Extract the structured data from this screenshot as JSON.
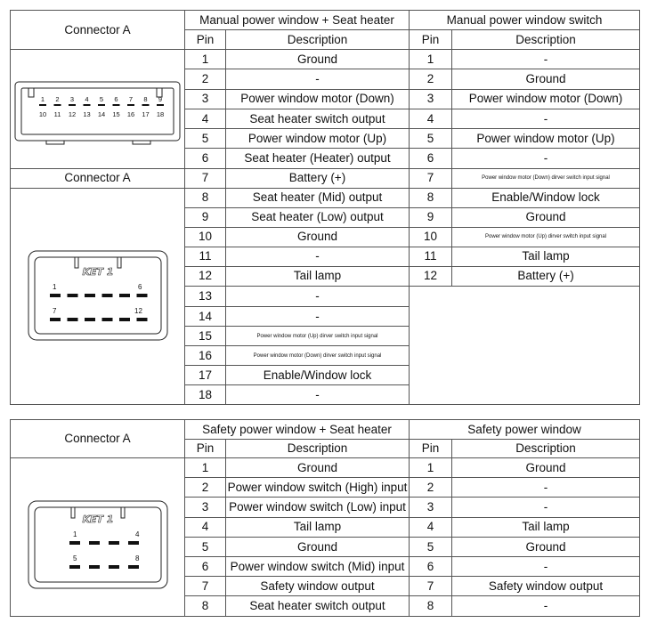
{
  "table1": {
    "connector_label": "Connector A",
    "connector_label_2": "Connector A",
    "group_left": "Manual power window + Seat heater",
    "group_right": "Manual power window switch",
    "col_pin": "Pin",
    "col_desc": "Description",
    "connector1_pin_numbers_top": [
      "1",
      "2",
      "3",
      "4",
      "5",
      "6",
      "7",
      "8",
      "9"
    ],
    "connector1_pin_numbers_bottom": [
      "10",
      "11",
      "12",
      "13",
      "14",
      "15",
      "16",
      "17",
      "18"
    ],
    "connector2_marking": "KET 1",
    "connector2_pin_labels": [
      "1",
      "6",
      "7",
      "12"
    ],
    "left_rows": [
      {
        "pin": "1",
        "desc": "Ground"
      },
      {
        "pin": "2",
        "desc": "-"
      },
      {
        "pin": "3",
        "desc": "Power window motor (Down)"
      },
      {
        "pin": "4",
        "desc": "Seat heater switch output"
      },
      {
        "pin": "5",
        "desc": "Power window motor (Up)"
      },
      {
        "pin": "6",
        "desc": "Seat heater (Heater) output"
      },
      {
        "pin": "7",
        "desc": "Battery (+)"
      },
      {
        "pin": "8",
        "desc": "Seat heater (Mid) output"
      },
      {
        "pin": "9",
        "desc": "Seat heater (Low) output"
      },
      {
        "pin": "10",
        "desc": "Ground"
      },
      {
        "pin": "11",
        "desc": "-"
      },
      {
        "pin": "12",
        "desc": "Tail lamp"
      },
      {
        "pin": "13",
        "desc": "-"
      },
      {
        "pin": "14",
        "desc": "-"
      },
      {
        "pin": "15",
        "desc": "Power window motor (Up) dirver switch input signal"
      },
      {
        "pin": "16",
        "desc": "Power window motor (Down) dirver switch input signal"
      },
      {
        "pin": "17",
        "desc": "Enable/Window lock"
      },
      {
        "pin": "18",
        "desc": "-"
      }
    ],
    "right_rows": [
      {
        "pin": "1",
        "desc": "-"
      },
      {
        "pin": "2",
        "desc": "Ground"
      },
      {
        "pin": "3",
        "desc": "Power window motor (Down)"
      },
      {
        "pin": "4",
        "desc": "-"
      },
      {
        "pin": "5",
        "desc": "Power window motor (Up)"
      },
      {
        "pin": "6",
        "desc": "-"
      },
      {
        "pin": "7",
        "desc": "Power window motor (Down) dirver switch input signal"
      },
      {
        "pin": "8",
        "desc": "Enable/Window lock"
      },
      {
        "pin": "9",
        "desc": "Ground"
      },
      {
        "pin": "10",
        "desc": "Power window motor (Up) dirver switch input signal"
      },
      {
        "pin": "11",
        "desc": "Tail lamp"
      },
      {
        "pin": "12",
        "desc": "Battery (+)"
      }
    ]
  },
  "table2": {
    "connector_label": "Connector A",
    "group_left": "Safety power window + Seat heater",
    "group_right": "Safety power window",
    "col_pin": "Pin",
    "col_desc": "Description",
    "connector_marking": "KET 1",
    "connector_pin_labels": [
      "1",
      "4",
      "5",
      "8"
    ],
    "left_rows": [
      {
        "pin": "1",
        "desc": "Ground"
      },
      {
        "pin": "2",
        "desc": "Power window switch (High) input"
      },
      {
        "pin": "3",
        "desc": "Power window switch (Low) input"
      },
      {
        "pin": "4",
        "desc": "Tail lamp"
      },
      {
        "pin": "5",
        "desc": "Ground"
      },
      {
        "pin": "6",
        "desc": "Power window switch (Mid) input"
      },
      {
        "pin": "7",
        "desc": "Safety window output"
      },
      {
        "pin": "8",
        "desc": "Seat heater switch output"
      }
    ],
    "right_rows": [
      {
        "pin": "1",
        "desc": "Ground"
      },
      {
        "pin": "2",
        "desc": "-"
      },
      {
        "pin": "3",
        "desc": "-"
      },
      {
        "pin": "4",
        "desc": "Tail lamp"
      },
      {
        "pin": "5",
        "desc": "Ground"
      },
      {
        "pin": "6",
        "desc": "-"
      },
      {
        "pin": "7",
        "desc": "Safety window output"
      },
      {
        "pin": "8",
        "desc": "-"
      }
    ]
  }
}
